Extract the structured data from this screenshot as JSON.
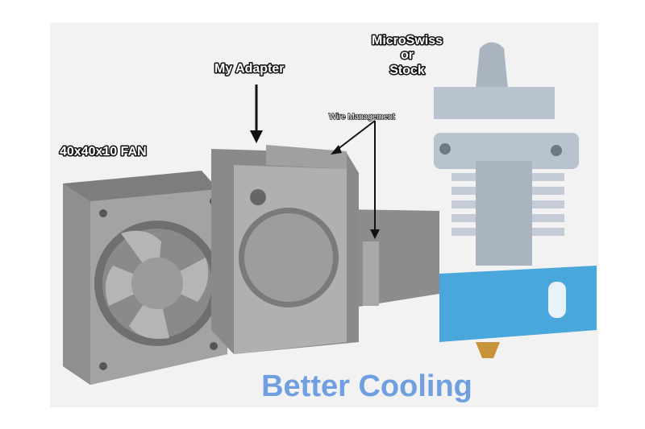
{
  "labels": {
    "fan": "40x40x10 FAN",
    "adapter": "My Adapter",
    "hotend_line1": "MicroSwiss",
    "hotend_line2": "or",
    "hotend_line3": "Stock",
    "wire": "Wire Management"
  },
  "caption": "Better Cooling",
  "colors": {
    "panel": "#f2f2f2",
    "part": "#9a9a9a",
    "hotend": "#b6bfcc",
    "heater_block": "#4aa7dc",
    "nozzle": "#c8943a",
    "caption": "#6f9fe0"
  }
}
